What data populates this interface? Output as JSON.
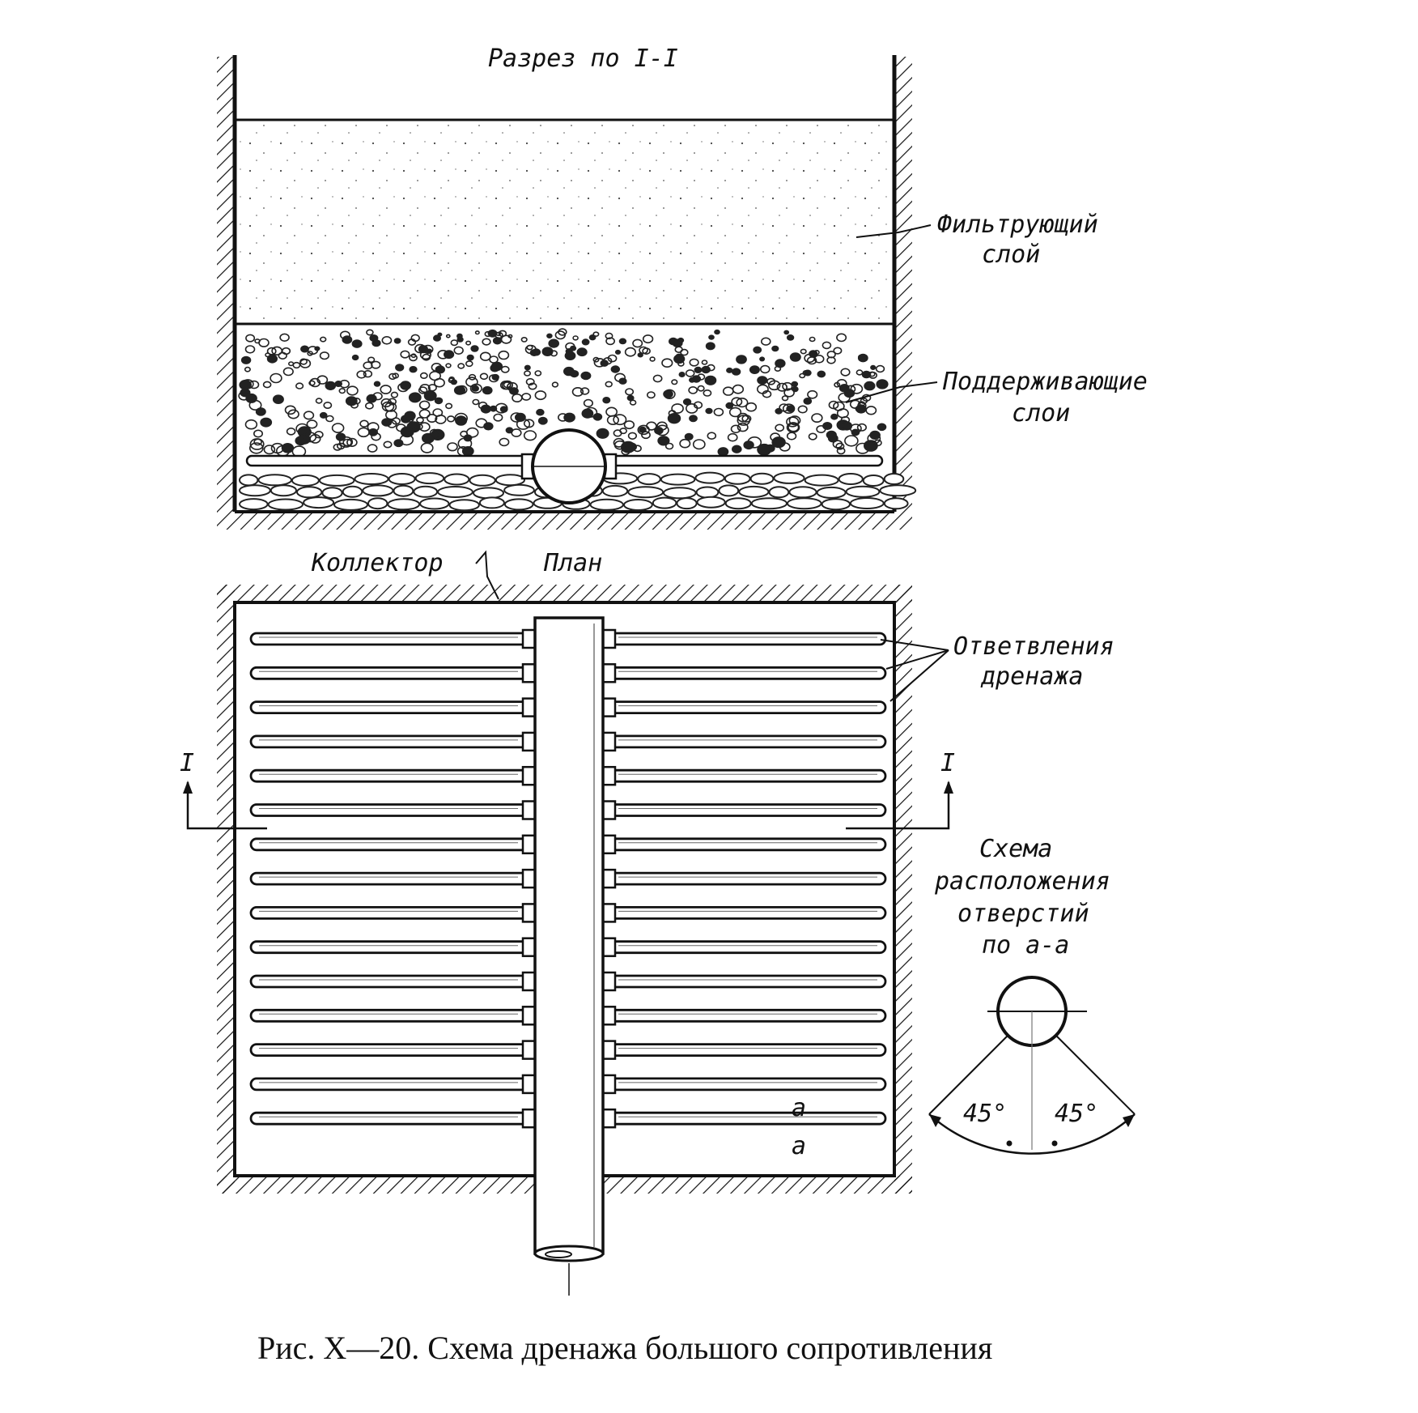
{
  "section": {
    "title": "Разрез по I-I",
    "filter_layer_label_line1": "Фильтрующий",
    "filter_layer_label_line2": "слой",
    "support_layer_label_line1": "Поддерживающие",
    "support_layer_label_line2": "слои"
  },
  "plan": {
    "title": "План",
    "collector_label": "Коллектор",
    "branches_label_line1": "Ответвления",
    "branches_label_line2": "дренажа",
    "cut_mark_left": "I",
    "cut_mark_right": "I",
    "section_mark_a_top": "а",
    "section_mark_a_bottom": "а"
  },
  "holes_scheme": {
    "title_line1": "Схема",
    "title_line2": "расположения",
    "title_line3": "отверстий",
    "title_line4": "по а-а",
    "angle_left": "45°",
    "angle_right": "45°"
  },
  "caption": "Рис. X—20. Схема дренажа большого сопротивления",
  "colors": {
    "ink": "#111111",
    "paper": "#ffffff"
  }
}
